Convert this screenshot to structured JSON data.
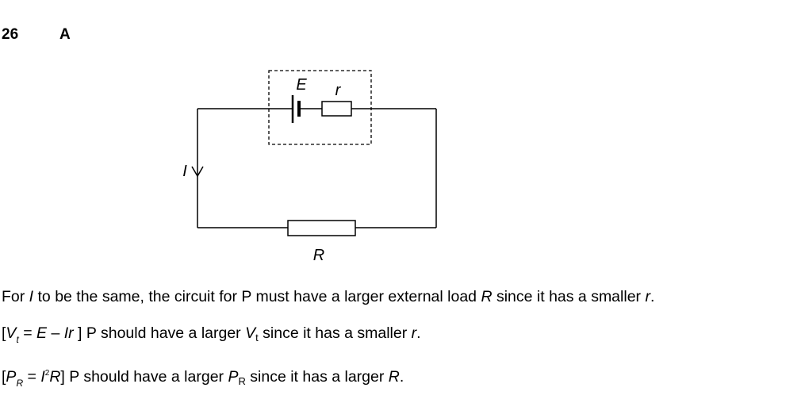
{
  "question": {
    "number": "26",
    "answer": "A"
  },
  "circuit": {
    "labels": {
      "emf": "E",
      "internal_resistance": "r",
      "current": "I",
      "load": "R"
    }
  },
  "explanation": {
    "line1": {
      "t1": "For ",
      "v1": "I",
      "t2": " to be the same, the circuit for P must have a larger external load ",
      "v2": "R",
      "t3": " since it has a smaller ",
      "v3": "r",
      "t4": "."
    },
    "line2": {
      "open": "[",
      "V": "V",
      "sub": "t",
      "eq": " = ",
      "E": "E",
      "minus": " – ",
      "Ir": "Ir",
      "close": " ]",
      "t1": " P should have a larger ",
      "V2": "V",
      "sub2": "t",
      "t2": " since it has a smaller ",
      "r": "r",
      "t3": "."
    },
    "line3": {
      "open": "[",
      "P": "P",
      "sub": "R",
      "eq": " = ",
      "I": "I",
      "sup": "2",
      "R": "R",
      "close": "]",
      "t1": " P should have a larger ",
      "P2": "P",
      "sub2": "R",
      "t2": " since it has a larger ",
      "R2": "R",
      "t3": "."
    }
  }
}
